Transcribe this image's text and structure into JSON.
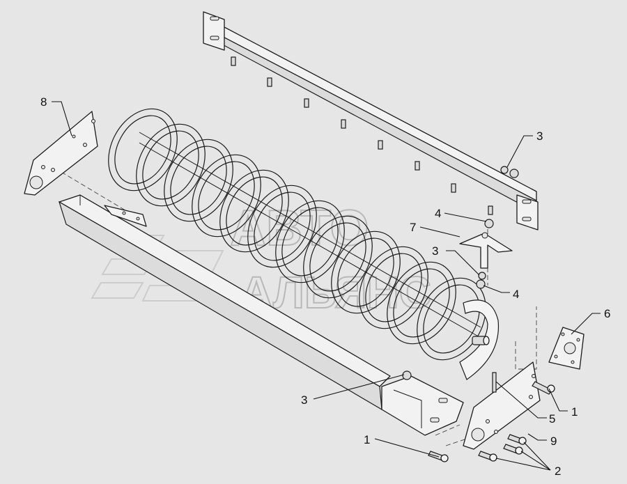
{
  "watermark": {
    "line1": "АВТО",
    "line2": "АЛЬЯНС"
  },
  "callouts": [
    {
      "id": "c8",
      "text": "8"
    },
    {
      "id": "c3a",
      "text": "3"
    },
    {
      "id": "c4a",
      "text": "4"
    },
    {
      "id": "c7",
      "text": "7"
    },
    {
      "id": "c3b",
      "text": "3"
    },
    {
      "id": "c4b",
      "text": "4"
    },
    {
      "id": "c6",
      "text": "6"
    },
    {
      "id": "c3c",
      "text": "3"
    },
    {
      "id": "c5",
      "text": "5"
    },
    {
      "id": "c1a",
      "text": "1"
    },
    {
      "id": "c9",
      "text": "9"
    },
    {
      "id": "c1b",
      "text": "1"
    },
    {
      "id": "c2",
      "text": "2"
    }
  ],
  "icons": {
    "watermark_logo": "avto-alyans-logo-icon"
  }
}
